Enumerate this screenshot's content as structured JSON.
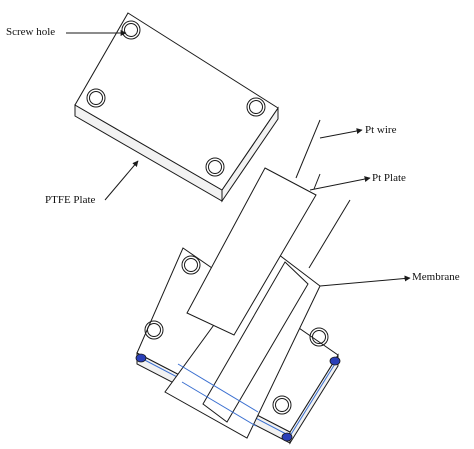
{
  "labels": {
    "screw_hole": "Screw hole",
    "ptfe_plate": "PTFE Plate",
    "pt_wire": "Pt wire",
    "pt_plate": "Pt Plate",
    "membrane": "Membrane"
  },
  "colors": {
    "line": "#1a1a1a",
    "accent_blue": "#3a6fd0",
    "foot_blue": "#2a3fb8",
    "background": "#ffffff"
  }
}
